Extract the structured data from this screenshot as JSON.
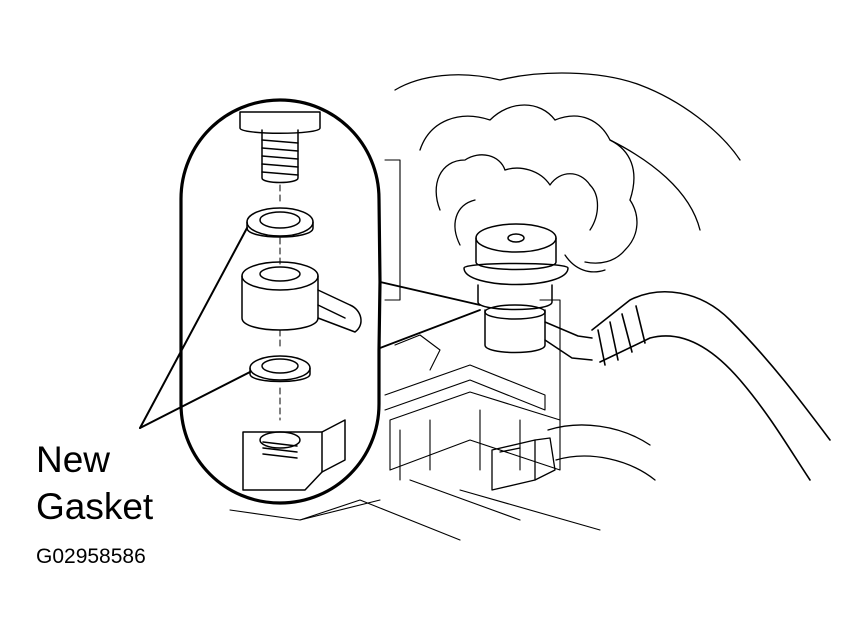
{
  "callout": {
    "line1": "New",
    "line2": "Gasket"
  },
  "figure_code": "G02958586",
  "colors": {
    "ink": "#000000",
    "paper": "#ffffff"
  }
}
